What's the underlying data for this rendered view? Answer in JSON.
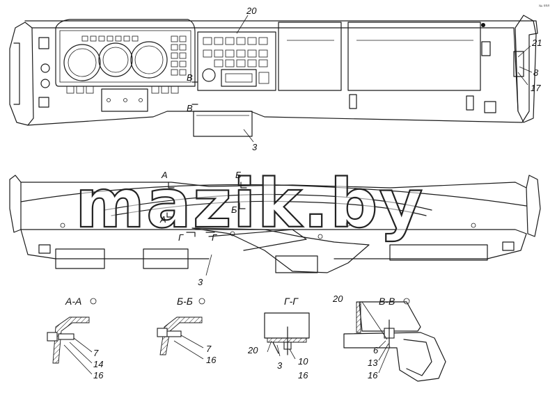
{
  "corner_mark": "№ ###",
  "watermark": "mazik.by",
  "callouts": {
    "top_20": "20",
    "top_21": "21",
    "top_8": "8",
    "top_17": "17",
    "top_3": "3",
    "section_mark_v": "В",
    "front_3": "3",
    "front_section_a": "А",
    "front_section_b": "Б",
    "front_section_g": "Г"
  },
  "details": {
    "aa": {
      "title": "А-А",
      "parts": [
        "7",
        "14",
        "16"
      ]
    },
    "bb": {
      "title": "Б-Б",
      "parts": [
        "7",
        "16"
      ]
    },
    "gg": {
      "title": "Г-Г",
      "parts": [
        "20",
        "3",
        "10",
        "16"
      ]
    },
    "vv": {
      "title": "В-В",
      "parts": [
        "20",
        "6",
        "13",
        "16"
      ]
    }
  }
}
